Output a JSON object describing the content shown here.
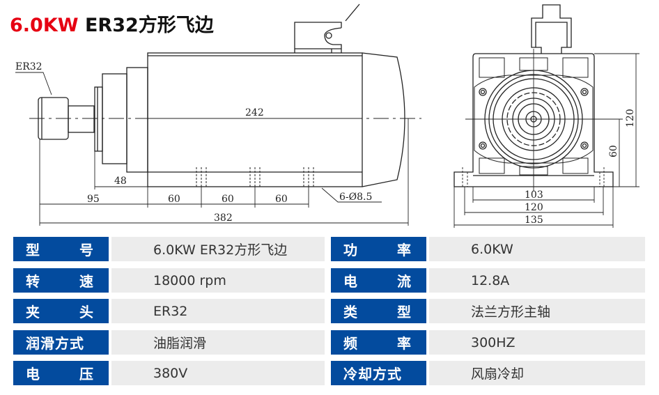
{
  "title": {
    "power": "6.0KW",
    "model": "ER32方形飞边"
  },
  "drawing": {
    "collet_label": "ER32",
    "side_dims": {
      "body_length": "242",
      "flange": "48",
      "nose": "95",
      "hole_pitch": [
        "60",
        "60",
        "60"
      ],
      "holes": "6-Ø8.5",
      "total": "382"
    },
    "front_dims": {
      "inner_width": "103",
      "hole_span": "120",
      "outer_width": "135",
      "height": "120",
      "center_height": "60"
    }
  },
  "specs": {
    "left": [
      {
        "label": [
          "型",
          "号"
        ],
        "value": "6.0KW ER32方形飞边"
      },
      {
        "label": [
          "转",
          "速"
        ],
        "value": "18000 rpm"
      },
      {
        "label": [
          "夹",
          "头"
        ],
        "value": "ER32"
      },
      {
        "label": [
          "润滑方式"
        ],
        "value": "油脂润滑"
      },
      {
        "label": [
          "电",
          "压"
        ],
        "value": "380V"
      }
    ],
    "right": [
      {
        "label": [
          "功",
          "率"
        ],
        "value": "6.0KW"
      },
      {
        "label": [
          "电",
          "流"
        ],
        "value": "12.8A"
      },
      {
        "label": [
          "类",
          "型"
        ],
        "value": "法兰方形主轴"
      },
      {
        "label": [
          "频",
          "率"
        ],
        "value": "300HZ"
      },
      {
        "label": [
          "冷却方式"
        ],
        "value": "风扇冷却"
      }
    ]
  },
  "colors": {
    "accent": "#034b9e",
    "title_red": "#e60012",
    "cell_bg": "#ececec"
  }
}
